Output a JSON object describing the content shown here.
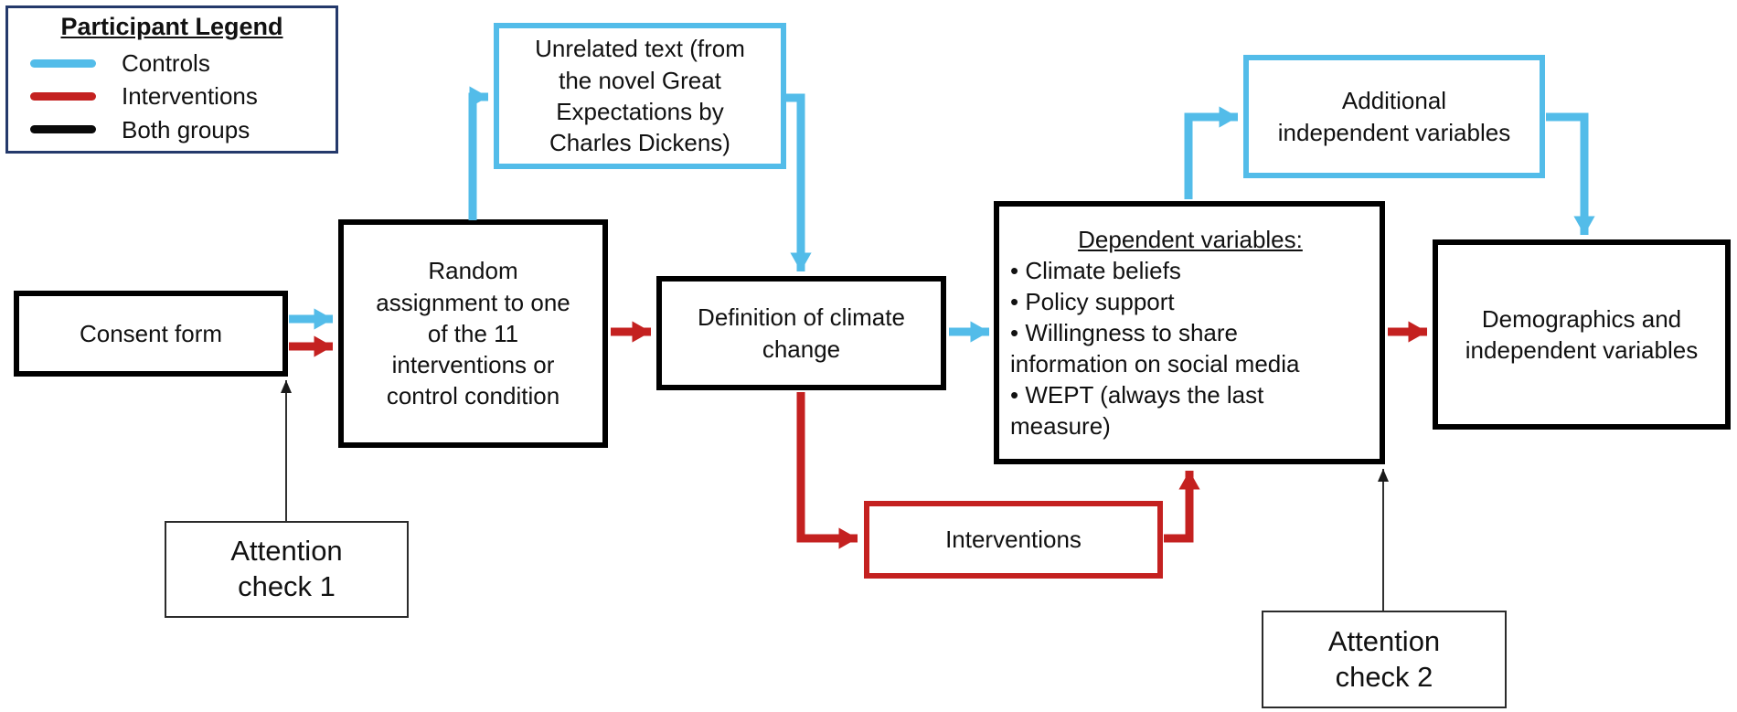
{
  "colors": {
    "controls_blue": "#53BCE9",
    "interventions_red": "#C42120",
    "both_groups_black": "#0a0a0a",
    "legend_border_navy": "#24396B",
    "box_border_black": "#000000"
  },
  "legend": {
    "title": "Participant Legend",
    "items": [
      {
        "label": "Controls",
        "color": "#53BCE9"
      },
      {
        "label": "Interventions",
        "color": "#C42120"
      },
      {
        "label": "Both groups",
        "color": "#0a0a0a"
      }
    ]
  },
  "boxes": {
    "consent": {
      "lines": [
        "Consent form"
      ]
    },
    "random": {
      "lines": [
        "Random",
        "assignment to one",
        "of the 11",
        "interventions or",
        "control condition"
      ]
    },
    "unrelated": {
      "lines": [
        "Unrelated text (from",
        "the novel Great",
        "Expectations by",
        "Charles Dickens)"
      ]
    },
    "definition": {
      "lines": [
        "Definition of climate",
        "change"
      ]
    },
    "dependent": {
      "title": "Dependent variables:",
      "lines": [
        "• Climate beliefs",
        "• Policy support",
        "• Willingness to share",
        "information on social media",
        "• WEPT (always the last",
        "measure)"
      ]
    },
    "additional": {
      "lines": [
        "Additional",
        "independent variables"
      ]
    },
    "demographics": {
      "lines": [
        "Demographics and",
        "independent variables"
      ]
    },
    "interventions": {
      "lines": [
        "Interventions"
      ]
    },
    "attention1": {
      "lines": [
        "Attention",
        "check 1"
      ]
    },
    "attention2": {
      "lines": [
        "Attention",
        "check 2"
      ]
    }
  }
}
